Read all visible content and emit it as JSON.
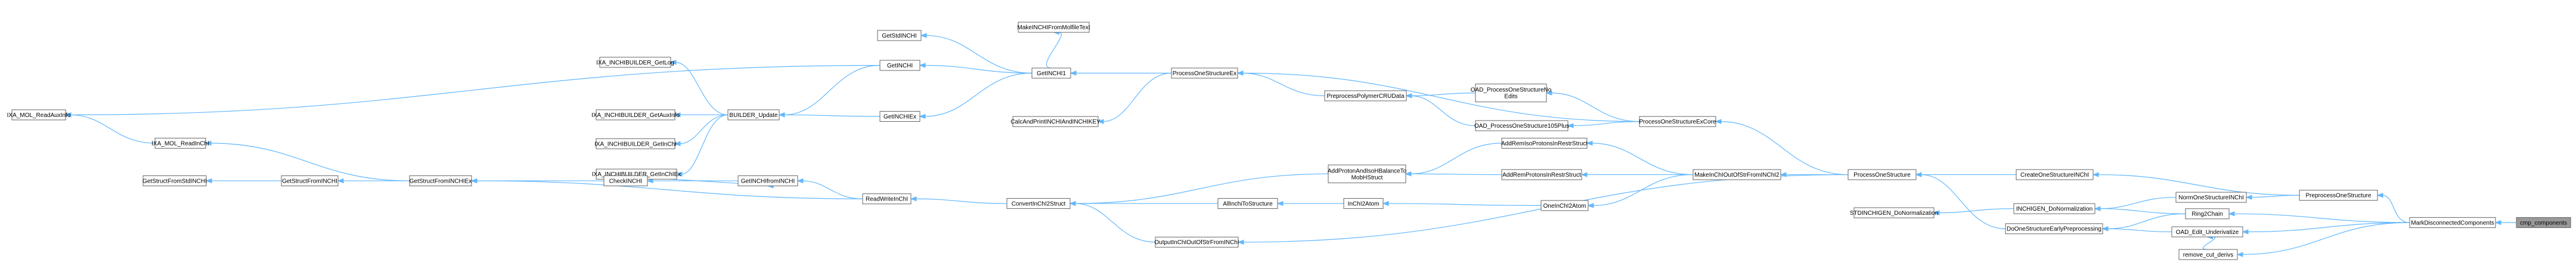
{
  "graph": {
    "root_node": "cmp_components",
    "nodes": [
      {
        "id": "cmp_components",
        "lines": [
          "cmp_components"
        ]
      },
      {
        "id": "MarkDisconnectedComponents",
        "lines": [
          "MarkDisconnectedComponents"
        ]
      },
      {
        "id": "PreprocessOneStructure",
        "lines": [
          "PreprocessOneStructure"
        ]
      },
      {
        "id": "Ring2Chain",
        "lines": [
          "Ring2Chain"
        ]
      },
      {
        "id": "OAD_Edit_Underivatize",
        "lines": [
          "OAD_Edit_Underivatize"
        ]
      },
      {
        "id": "remove_cut_derivs",
        "lines": [
          "remove_cut_derivs"
        ]
      },
      {
        "id": "NormOneStructureINChI",
        "lines": [
          "NormOneStructureINChI"
        ]
      },
      {
        "id": "CreateOneStructureINChI",
        "lines": [
          "CreateOneStructureINChI"
        ]
      },
      {
        "id": "INCHIGEN_DoNormalization",
        "lines": [
          "INCHIGEN_DoNormalization"
        ]
      },
      {
        "id": "DoOneStructureEarlyPreprocessing",
        "lines": [
          "DoOneStructureEarlyPreprocessing"
        ]
      },
      {
        "id": "STDINCHIGEN_DoNormalization",
        "lines": [
          "STDINCHIGEN_DoNormalization"
        ]
      },
      {
        "id": "ProcessOneStructure",
        "lines": [
          "ProcessOneStructure"
        ]
      },
      {
        "id": "ProcessOneStructureExCore",
        "lines": [
          "ProcessOneStructureExCore"
        ]
      },
      {
        "id": "ProcessOneStructureEx",
        "lines": [
          "ProcessOneStructureEx"
        ]
      },
      {
        "id": "OAD_ProcessOneStructureNoEdits",
        "lines": [
          "OAD_ProcessOneStructureNo",
          "Edits"
        ]
      },
      {
        "id": "OAD_ProcessOneStructure105Plus",
        "lines": [
          "OAD_ProcessOneStructure105Plus"
        ]
      },
      {
        "id": "PreprocessPolymerCRUData",
        "lines": [
          "PreprocessPolymerCRUData"
        ]
      },
      {
        "id": "GetINCHI1",
        "lines": [
          "GetINCHI1"
        ]
      },
      {
        "id": "CalcAndPrintINCHIAndINCHIKEY",
        "lines": [
          "CalcAndPrintINCHIAndINCHIKEY"
        ]
      },
      {
        "id": "MakeINCHIFromMolfileText",
        "lines": [
          "MakeINCHIFromMolfileText"
        ]
      },
      {
        "id": "GetStdINCHI",
        "lines": [
          "GetStdINCHI"
        ]
      },
      {
        "id": "GetINCHI",
        "lines": [
          "GetINCHI"
        ]
      },
      {
        "id": "GetINCHIEx",
        "lines": [
          "GetINCHIEx"
        ]
      },
      {
        "id": "BUILDER_Update",
        "lines": [
          "BUILDER_Update"
        ]
      },
      {
        "id": "IXA_INCHIBUILDER_GetLog",
        "lines": [
          "IXA_INCHIBUILDER_GetLog"
        ]
      },
      {
        "id": "IXA_INCHIBUILDER_GetAuxInfo",
        "lines": [
          "IXA_INCHIBUILDER_GetAuxInfo"
        ]
      },
      {
        "id": "IXA_INCHIBUILDER_GetInChI",
        "lines": [
          "IXA_INCHIBUILDER_GetInChI"
        ]
      },
      {
        "id": "IXA_INCHIBUILDER_GetInChIEx",
        "lines": [
          "IXA_INCHIBUILDER_GetInChIEx"
        ]
      },
      {
        "id": "IXA_MOL_ReadAuxInfo",
        "lines": [
          "IXA_MOL_ReadAuxInfo"
        ]
      },
      {
        "id": "MakeInChIOutOfStrFromINChI2",
        "lines": [
          "MakeInChIOutOfStrFromINChI2"
        ]
      },
      {
        "id": "AddRemIsoProtonsInRestrStruct",
        "lines": [
          "AddRemIsoProtonsInRestrStruct"
        ]
      },
      {
        "id": "AddRemProtonsInRestrStruct",
        "lines": [
          "AddRemProtonsInRestrStruct"
        ]
      },
      {
        "id": "OneInChI2Atom",
        "lines": [
          "OneInChI2Atom"
        ]
      },
      {
        "id": "OutputInChIOutOfStrFromINChI",
        "lines": [
          "OutputInChIOutOfStrFromINChI"
        ]
      },
      {
        "id": "AddProtonAndIsoHBalanceToMobHStruct",
        "lines": [
          "AddProtonAndIsoHBalanceTo",
          "MobHStruct"
        ]
      },
      {
        "id": "InChI2Atom",
        "lines": [
          "InChI2Atom"
        ]
      },
      {
        "id": "AllInchiToStructure",
        "lines": [
          "AllInchiToStructure"
        ]
      },
      {
        "id": "ConvertInChI2Struct",
        "lines": [
          "ConvertInChI2Struct"
        ]
      },
      {
        "id": "ReadWriteInChI",
        "lines": [
          "ReadWriteInChI"
        ]
      },
      {
        "id": "GetINCHIfromINCHI",
        "lines": [
          "GetINCHIfromINCHI"
        ]
      },
      {
        "id": "CheckINCHI",
        "lines": [
          "CheckINCHI"
        ]
      },
      {
        "id": "GetStructFromINCHIEx",
        "lines": [
          "GetStructFromINCHIEx"
        ]
      },
      {
        "id": "GetStructFromINCHI",
        "lines": [
          "GetStructFromINCHI"
        ]
      },
      {
        "id": "GetStructFromStdINCHI",
        "lines": [
          "GetStructFromStdINCHI"
        ]
      },
      {
        "id": "IXA_MOL_ReadInChI",
        "lines": [
          "IXA_MOL_ReadInChI"
        ]
      }
    ],
    "edges": [
      [
        "MarkDisconnectedComponents",
        "cmp_components"
      ],
      [
        "PreprocessOneStructure",
        "MarkDisconnectedComponents"
      ],
      [
        "Ring2Chain",
        "MarkDisconnectedComponents"
      ],
      [
        "OAD_Edit_Underivatize",
        "MarkDisconnectedComponents"
      ],
      [
        "remove_cut_derivs",
        "MarkDisconnectedComponents"
      ],
      [
        "NormOneStructureINChI",
        "PreprocessOneStructure"
      ],
      [
        "CreateOneStructureINChI",
        "PreprocessOneStructure"
      ],
      [
        "INCHIGEN_DoNormalization",
        "NormOneStructureINChI"
      ],
      [
        "OAD_Edit_Underivatize",
        "remove_cut_derivs"
      ],
      [
        "INCHIGEN_DoNormalization",
        "Ring2Chain"
      ],
      [
        "DoOneStructureEarlyPreprocessing",
        "Ring2Chain"
      ],
      [
        "DoOneStructureEarlyPreprocessing",
        "OAD_Edit_Underivatize"
      ],
      [
        "ProcessOneStructure",
        "CreateOneStructureINChI"
      ],
      [
        "ProcessOneStructure",
        "DoOneStructureEarlyPreprocessing"
      ],
      [
        "STDINCHIGEN_DoNormalization",
        "INCHIGEN_DoNormalization"
      ],
      [
        "ProcessOneStructureExCore",
        "ProcessOneStructure"
      ],
      [
        "MakeInChIOutOfStrFromINChI2",
        "ProcessOneStructure"
      ],
      [
        "OutputInChIOutOfStrFromINChI",
        "ProcessOneStructure"
      ],
      [
        "ProcessOneStructureEx",
        "ProcessOneStructureExCore"
      ],
      [
        "OAD_ProcessOneStructureNoEdits",
        "ProcessOneStructureExCore"
      ],
      [
        "OAD_ProcessOneStructure105Plus",
        "ProcessOneStructureExCore"
      ],
      [
        "PreprocessPolymerCRUData",
        "OAD_ProcessOneStructureNoEdits"
      ],
      [
        "PreprocessPolymerCRUData",
        "OAD_ProcessOneStructure105Plus"
      ],
      [
        "ProcessOneStructureEx",
        "PreprocessPolymerCRUData"
      ],
      [
        "GetINCHI1",
        "ProcessOneStructureEx"
      ],
      [
        "CalcAndPrintINCHIAndINCHIKEY",
        "ProcessOneStructureEx"
      ],
      [
        "MakeINCHIFromMolfileText",
        "GetINCHI1"
      ],
      [
        "GetStdINCHI",
        "GetINCHI1"
      ],
      [
        "GetINCHI",
        "GetINCHI1"
      ],
      [
        "GetINCHIEx",
        "GetINCHI1"
      ],
      [
        "BUILDER_Update",
        "GetINCHI"
      ],
      [
        "BUILDER_Update",
        "GetINCHIEx"
      ],
      [
        "IXA_INCHIBUILDER_GetLog",
        "BUILDER_Update"
      ],
      [
        "IXA_INCHIBUILDER_GetAuxInfo",
        "BUILDER_Update"
      ],
      [
        "IXA_INCHIBUILDER_GetInChI",
        "BUILDER_Update"
      ],
      [
        "IXA_INCHIBUILDER_GetInChIEx",
        "BUILDER_Update"
      ],
      [
        "IXA_MOL_ReadAuxInfo",
        "GetINCHI"
      ],
      [
        "AddRemIsoProtonsInRestrStruct",
        "MakeInChIOutOfStrFromINChI2"
      ],
      [
        "AddRemProtonsInRestrStruct",
        "MakeInChIOutOfStrFromINChI2"
      ],
      [
        "OneInChI2Atom",
        "MakeInChIOutOfStrFromINChI2"
      ],
      [
        "AddProtonAndIsoHBalanceToMobHStruct",
        "AddRemIsoProtonsInRestrStruct"
      ],
      [
        "AddProtonAndIsoHBalanceToMobHStruct",
        "AddRemProtonsInRestrStruct"
      ],
      [
        "InChI2Atom",
        "OneInChI2Atom"
      ],
      [
        "AllInchiToStructure",
        "InChI2Atom"
      ],
      [
        "ConvertInChI2Struct",
        "AllInchiToStructure"
      ],
      [
        "ConvertInChI2Struct",
        "AddProtonAndIsoHBalanceToMobHStruct"
      ],
      [
        "ConvertInChI2Struct",
        "OutputInChIOutOfStrFromINChI"
      ],
      [
        "ReadWriteInChI",
        "ConvertInChI2Struct"
      ],
      [
        "GetINCHIfromINCHI",
        "ReadWriteInChI"
      ],
      [
        "CheckINCHI",
        "GetINCHIfromINCHI"
      ],
      [
        "GetINCHIfromINCHI",
        "CheckINCHI"
      ],
      [
        "GetStructFromINCHIEx",
        "ReadWriteInChI"
      ],
      [
        "GetStructFromINCHIEx",
        "CheckINCHI"
      ],
      [
        "GetStructFromINCHI",
        "GetStructFromINCHIEx"
      ],
      [
        "GetStructFromStdINCHI",
        "GetStructFromINCHI"
      ],
      [
        "IXA_MOL_ReadInChI",
        "GetStructFromINCHIEx"
      ],
      [
        "IXA_MOL_ReadAuxInfo",
        "IXA_MOL_ReadInChI"
      ]
    ]
  }
}
